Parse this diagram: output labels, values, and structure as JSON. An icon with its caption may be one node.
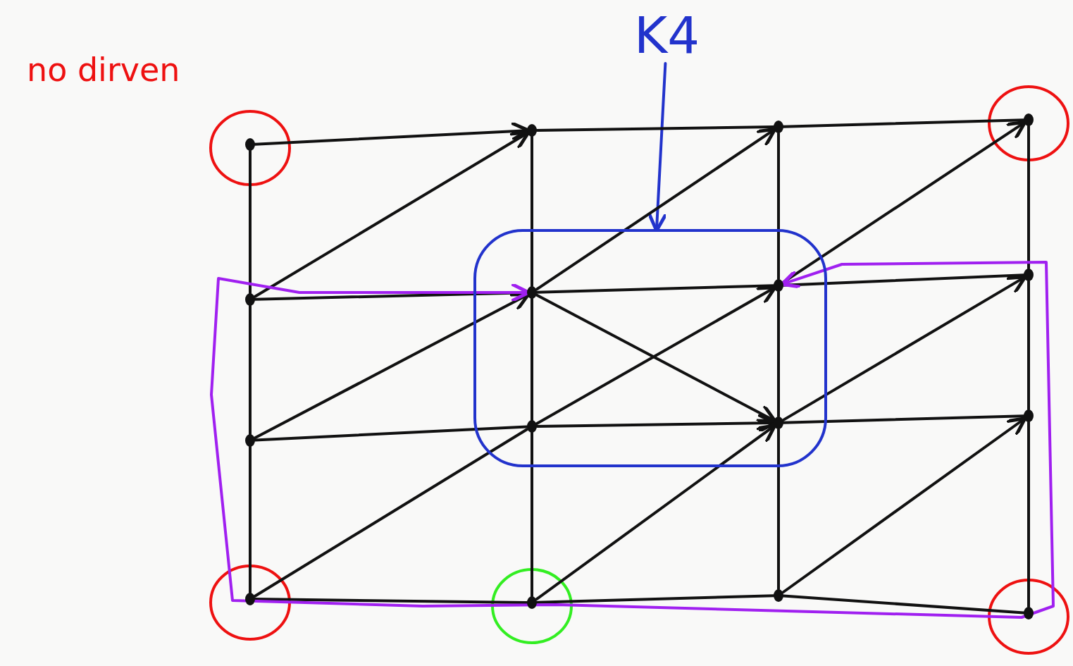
{
  "diagram": {
    "nodes": [
      {
        "text": [
          "K4"
        ]
      },
      {
        "text": [],
        "shape": "circle"
      },
      {
        "text": [],
        "shape": "circle",
        "beside": [
          "no dirven"
        ]
      },
      {
        "text": [],
        "shape": "circle"
      },
      {
        "text": [],
        "shape": "circle"
      },
      {
        "text": [],
        "shape": "circle"
      },
      {
        "text": [],
        "shape": "circle"
      },
      {
        "text": [],
        "shape": "circle",
        "in": 1
      },
      {
        "text": [],
        "shape": "circle",
        "in": 1
      },
      {
        "text": [],
        "shape": "circle"
      },
      {
        "text": [],
        "shape": "circle"
      },
      {
        "text": [],
        "shape": "circle",
        "in": 1
      },
      {
        "text": [],
        "shape": "circle",
        "in": 1
      },
      {
        "text": [],
        "shape": "circle"
      },
      {
        "text": [],
        "shape": "circle"
      },
      {
        "text": [],
        "shape": "circle"
      },
      {
        "text": [],
        "shape": "circle"
      },
      {
        "text": [],
        "shape": "circle"
      }
    ],
    "edges": [
      {
        "from": 0,
        "to": 1,
        "arrow": "to",
        "color": "#2233cc"
      },
      {
        "from": 2,
        "to": 3,
        "arrow": "to"
      },
      {
        "from": 3,
        "to": 4,
        "arrow": "none"
      },
      {
        "from": 4,
        "to": 5,
        "arrow": "none"
      },
      {
        "from": 6,
        "to": 7,
        "arrow": "none"
      },
      {
        "from": 7,
        "to": 8,
        "arrow": "none"
      },
      {
        "from": 8,
        "to": 9,
        "arrow": "none"
      },
      {
        "from": 10,
        "to": 11,
        "arrow": "none"
      },
      {
        "from": 11,
        "to": 12,
        "arrow": "to"
      },
      {
        "from": 12,
        "to": 13,
        "arrow": "none"
      },
      {
        "from": 14,
        "to": 15,
        "arrow": "none"
      },
      {
        "from": 15,
        "to": 16,
        "arrow": "none"
      },
      {
        "from": 16,
        "to": 17,
        "arrow": "none"
      },
      {
        "from": 2,
        "to": 6,
        "arrow": "none"
      },
      {
        "from": 6,
        "to": 10,
        "arrow": "none"
      },
      {
        "from": 10,
        "to": 14,
        "arrow": "none"
      },
      {
        "from": 3,
        "to": 7,
        "arrow": "none"
      },
      {
        "from": 7,
        "to": 11,
        "arrow": "none"
      },
      {
        "from": 11,
        "to": 15,
        "arrow": "none"
      },
      {
        "from": 4,
        "to": 8,
        "arrow": "none"
      },
      {
        "from": 8,
        "to": 12,
        "arrow": "none"
      },
      {
        "from": 12,
        "to": 16,
        "arrow": "none"
      },
      {
        "from": 5,
        "to": 9,
        "arrow": "none"
      },
      {
        "from": 9,
        "to": 13,
        "arrow": "none"
      },
      {
        "from": 13,
        "to": 17,
        "arrow": "none"
      },
      {
        "from": 6,
        "to": 3,
        "arrow": "to"
      },
      {
        "from": 7,
        "to": 4,
        "arrow": "to"
      },
      {
        "from": 8,
        "to": 5,
        "arrow": "to"
      },
      {
        "from": 10,
        "to": 7,
        "arrow": "to"
      },
      {
        "from": 11,
        "to": 8,
        "arrow": "to"
      },
      {
        "from": 12,
        "to": 9,
        "arrow": "to"
      },
      {
        "from": 14,
        "to": 11,
        "arrow": "none"
      },
      {
        "from": 15,
        "to": 12,
        "arrow": "to"
      },
      {
        "from": 16,
        "to": 13,
        "arrow": "to"
      },
      {
        "from": 7,
        "to": 12,
        "arrow": "to"
      },
      {
        "from": 8,
        "to": 7,
        "arrow": "both",
        "color": "#a020f0"
      }
    ]
  }
}
